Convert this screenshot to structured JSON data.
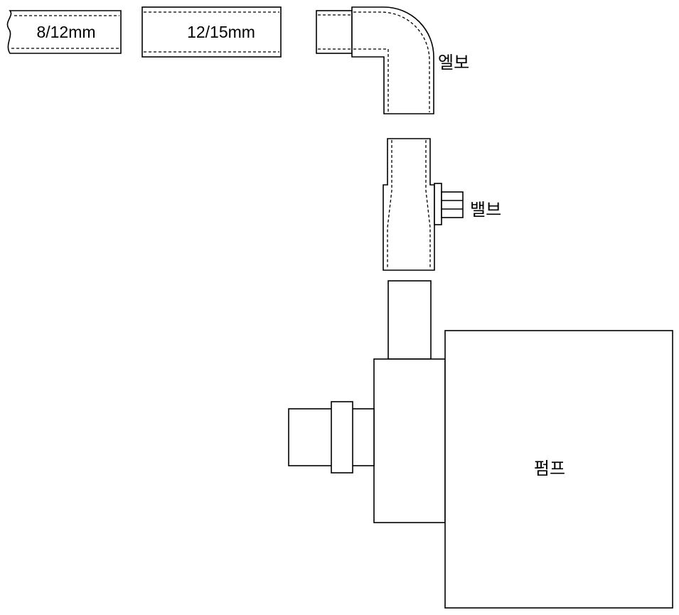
{
  "pipes": [
    {
      "label": "8/12mm"
    },
    {
      "label": "12/15mm"
    }
  ],
  "labels": {
    "elbow": "엘보",
    "valve": "밸브",
    "pump": "펌프"
  }
}
